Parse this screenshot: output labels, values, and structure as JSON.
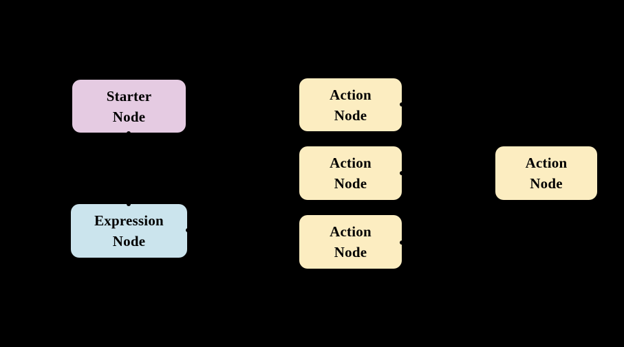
{
  "diagram": {
    "background_color": "#000000",
    "text_color": "#000000",
    "connector_dot_color": "#000000",
    "nodes": [
      {
        "id": "starter-node",
        "type": "starter",
        "label": "Starter\nNode",
        "fill_color": "#e5cbe2"
      },
      {
        "id": "action-node-1",
        "type": "action",
        "label": "Action\nNode",
        "fill_color": "#fcedc1"
      },
      {
        "id": "action-node-2",
        "type": "action",
        "label": "Action\nNode",
        "fill_color": "#fcedc1"
      },
      {
        "id": "action-node-3",
        "type": "action",
        "label": "Action\nNode",
        "fill_color": "#fcedc1"
      },
      {
        "id": "expression-node",
        "type": "expression",
        "label": "Expression\nNode",
        "fill_color": "#cbe4ed"
      },
      {
        "id": "action-node-4",
        "type": "action",
        "label": "Action\nNode",
        "fill_color": "#fcedc1"
      }
    ],
    "connector_dots": [
      {
        "attached_to": "starter-node",
        "position": "bottom-center"
      },
      {
        "attached_to": "expression-node",
        "position": "top-center"
      },
      {
        "attached_to": "expression-node",
        "position": "right-middle"
      },
      {
        "attached_to": "action-node-1",
        "position": "right-middle"
      },
      {
        "attached_to": "action-node-2",
        "position": "right-middle"
      },
      {
        "attached_to": "action-node-3",
        "position": "right-middle"
      }
    ]
  }
}
